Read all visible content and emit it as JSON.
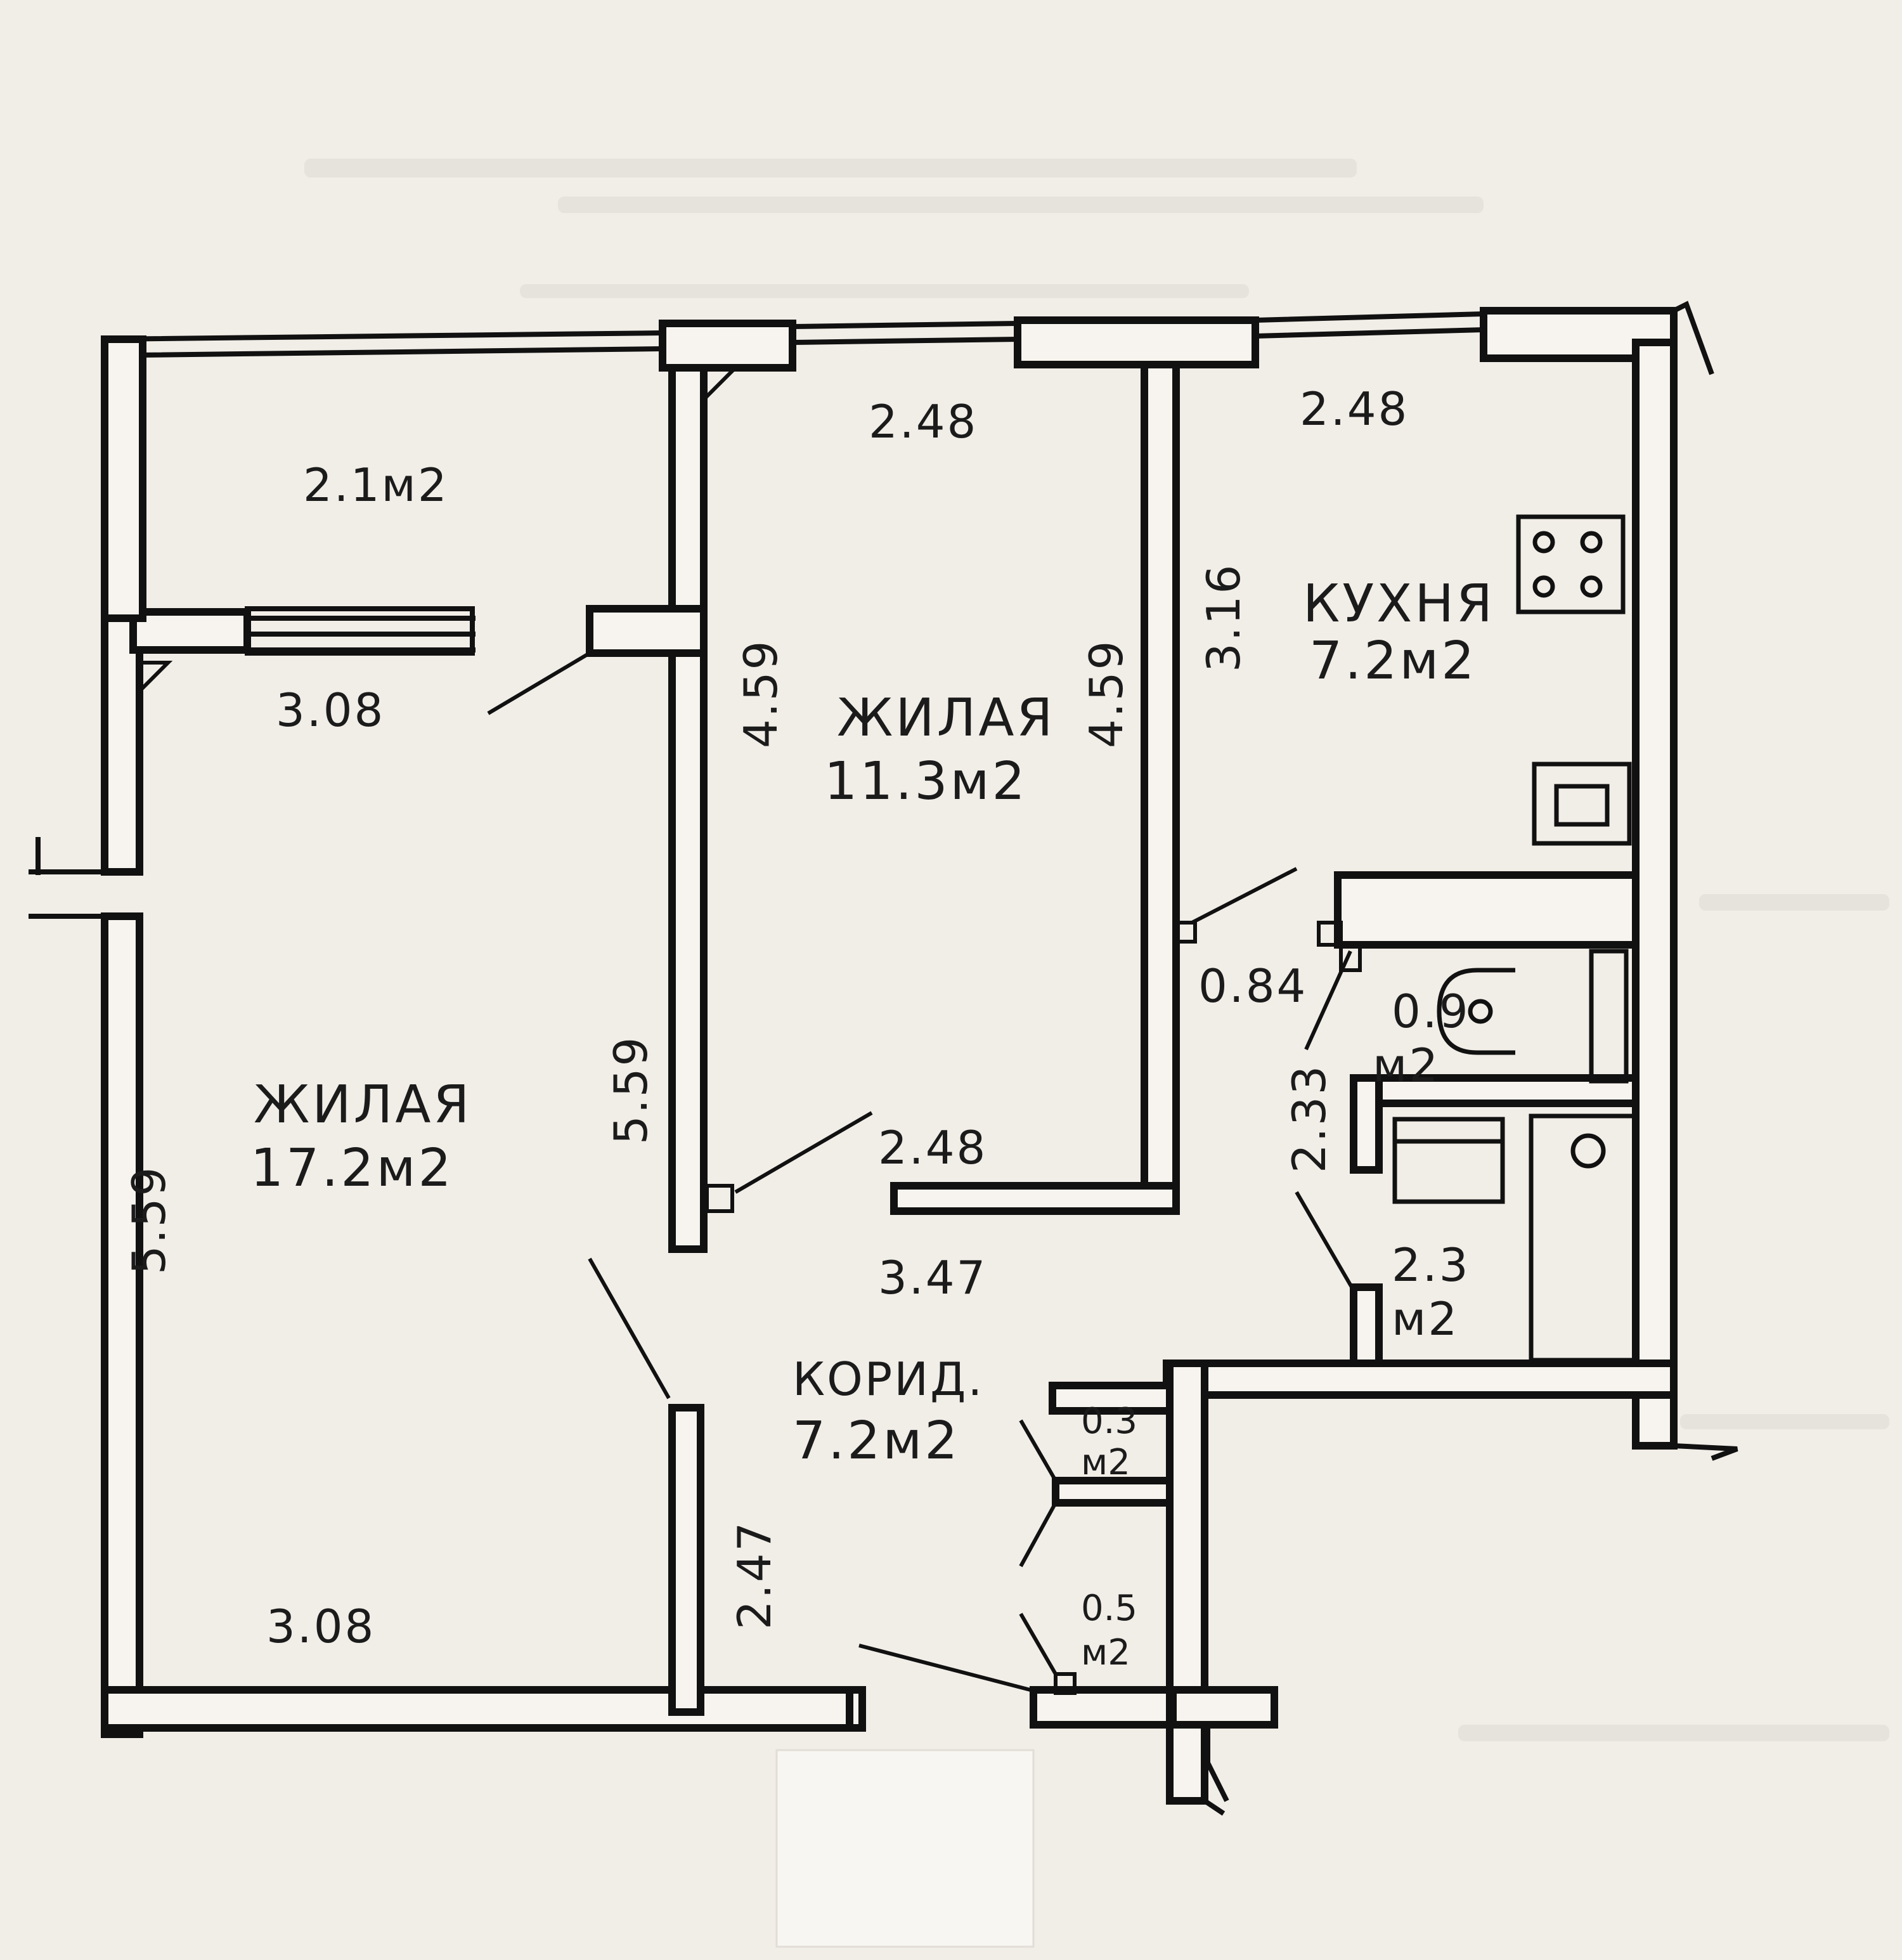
{
  "rooms": {
    "balcony": {
      "area": "2.1м2"
    },
    "living_large": {
      "title": "ЖИЛАЯ",
      "area": "17.2м2"
    },
    "living_small": {
      "title": "ЖИЛАЯ",
      "area": "11.3м2"
    },
    "kitchen": {
      "title": "КУХНЯ",
      "area": "7.2м2"
    },
    "corridor": {
      "title": "КОРИД.",
      "area": "7.2м2"
    },
    "toilet": {
      "area_line1": "0.9",
      "area_line2": "м2"
    },
    "bathroom": {
      "area_line1": "2.3",
      "area_line2": "м2"
    },
    "closet_upper": {
      "area_line1": "0.3",
      "area_line2": "м2"
    },
    "closet_lower": {
      "area_line1": "0.5",
      "area_line2": "м2"
    }
  },
  "dimensions": {
    "room2_top_width": "2.48",
    "kitchen_top_width": "2.48",
    "large_room_top_width": "3.08",
    "room2_left_depth": "4.59",
    "room2_right_depth": "4.59",
    "kitchen_depth": "3.16",
    "large_room_side_depth": "5.59",
    "large_room_left_depth": "5.59",
    "room2_bottom_width": "2.48",
    "kitchen_door_width": "0.84",
    "bath_block_depth": "2.33",
    "corridor_width": "3.47",
    "corridor_lower_depth": "2.47",
    "large_room_bottom_width": "3.08"
  }
}
